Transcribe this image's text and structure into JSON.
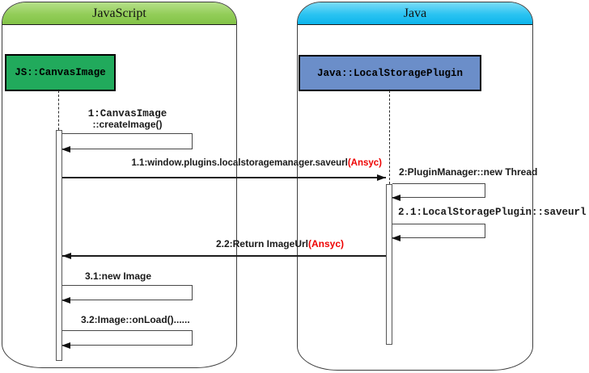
{
  "diagram": {
    "frames": {
      "javascript": {
        "title": "JavaScript"
      },
      "java": {
        "title": "Java"
      }
    },
    "objects": {
      "js": {
        "label": "JS::CanvasImage"
      },
      "java": {
        "label": "Java::LocalStoragePlugin"
      }
    },
    "messages": {
      "m1": {
        "line1": "1:CanvasImage",
        "line2": "::createImage()"
      },
      "m1_1": {
        "label": "1.1:window.plugins.localstoragemanager.saveurl",
        "suffix": "(Ansyc)"
      },
      "m2": {
        "label": "2:PluginManager::new Thread"
      },
      "m2_1": {
        "label": "2.1:LocalStoragePlugin::saveurl"
      },
      "m2_2": {
        "label": "2.2:Return ImageUrl",
        "suffix": "(Ansyc)"
      },
      "m3_1": {
        "label": "3.1:new Image"
      },
      "m3_2": {
        "label": "3.2:Image::onLoad()......"
      }
    },
    "colors": {
      "left_header_green": "#8cc94f",
      "right_header_cyan": "#1bbcee",
      "js_object_green": "#21aa5c",
      "java_object_blue": "#6b8ec9",
      "async_red": "#ee0000",
      "line": "#1a1a1a"
    }
  }
}
